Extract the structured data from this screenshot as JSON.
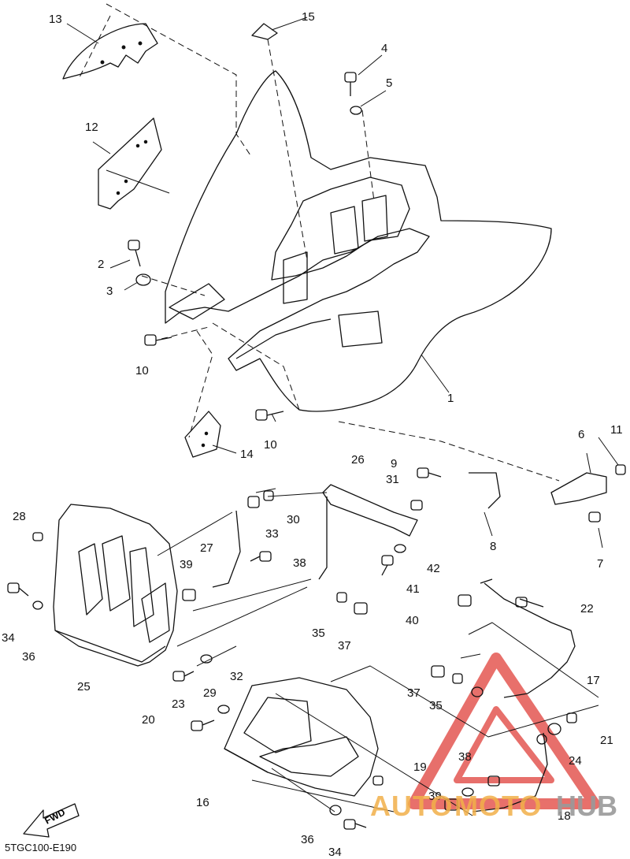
{
  "diagram": {
    "code": "5TGC100-E190",
    "fwd": "FWD",
    "watermark": {
      "auto": "AUTO",
      "moto": "MOTO",
      "hub": "HUB"
    },
    "callouts": [
      {
        "id": "c1",
        "text": "1"
      },
      {
        "id": "c2",
        "text": "2"
      },
      {
        "id": "c3",
        "text": "3"
      },
      {
        "id": "c4",
        "text": "4"
      },
      {
        "id": "c5",
        "text": "5"
      },
      {
        "id": "c6",
        "text": "6"
      },
      {
        "id": "c7",
        "text": "7"
      },
      {
        "id": "c8",
        "text": "8"
      },
      {
        "id": "c9",
        "text": "9"
      },
      {
        "id": "c10a",
        "text": "10"
      },
      {
        "id": "c10b",
        "text": "10"
      },
      {
        "id": "c11",
        "text": "11"
      },
      {
        "id": "c12",
        "text": "12"
      },
      {
        "id": "c13",
        "text": "13"
      },
      {
        "id": "c14",
        "text": "14"
      },
      {
        "id": "c15",
        "text": "15"
      },
      {
        "id": "c16",
        "text": "16"
      },
      {
        "id": "c17",
        "text": "17"
      },
      {
        "id": "c18",
        "text": "18"
      },
      {
        "id": "c19",
        "text": "19"
      },
      {
        "id": "c20",
        "text": "20"
      },
      {
        "id": "c21",
        "text": "21"
      },
      {
        "id": "c22",
        "text": "22"
      },
      {
        "id": "c23",
        "text": "23"
      },
      {
        "id": "c24",
        "text": "24"
      },
      {
        "id": "c25",
        "text": "25"
      },
      {
        "id": "c26",
        "text": "26"
      },
      {
        "id": "c27",
        "text": "27"
      },
      {
        "id": "c28",
        "text": "28"
      },
      {
        "id": "c29",
        "text": "29"
      },
      {
        "id": "c30",
        "text": "30"
      },
      {
        "id": "c31",
        "text": "31"
      },
      {
        "id": "c32",
        "text": "32"
      },
      {
        "id": "c33",
        "text": "33"
      },
      {
        "id": "c34a",
        "text": "34"
      },
      {
        "id": "c34b",
        "text": "34"
      },
      {
        "id": "c35a",
        "text": "35"
      },
      {
        "id": "c35b",
        "text": "35"
      },
      {
        "id": "c36a",
        "text": "36"
      },
      {
        "id": "c36b",
        "text": "36"
      },
      {
        "id": "c37a",
        "text": "37"
      },
      {
        "id": "c37b",
        "text": "37"
      },
      {
        "id": "c38a",
        "text": "38"
      },
      {
        "id": "c38b",
        "text": "38"
      },
      {
        "id": "c39a",
        "text": "39"
      },
      {
        "id": "c39b",
        "text": "39"
      },
      {
        "id": "c40",
        "text": "40"
      },
      {
        "id": "c41",
        "text": "41"
      },
      {
        "id": "c42",
        "text": "42"
      }
    ],
    "colors": {
      "line": "#111111",
      "watermark_red": "#e0403a",
      "watermark_orange": "#f2b04a",
      "watermark_gray": "#9a9a9a"
    }
  }
}
